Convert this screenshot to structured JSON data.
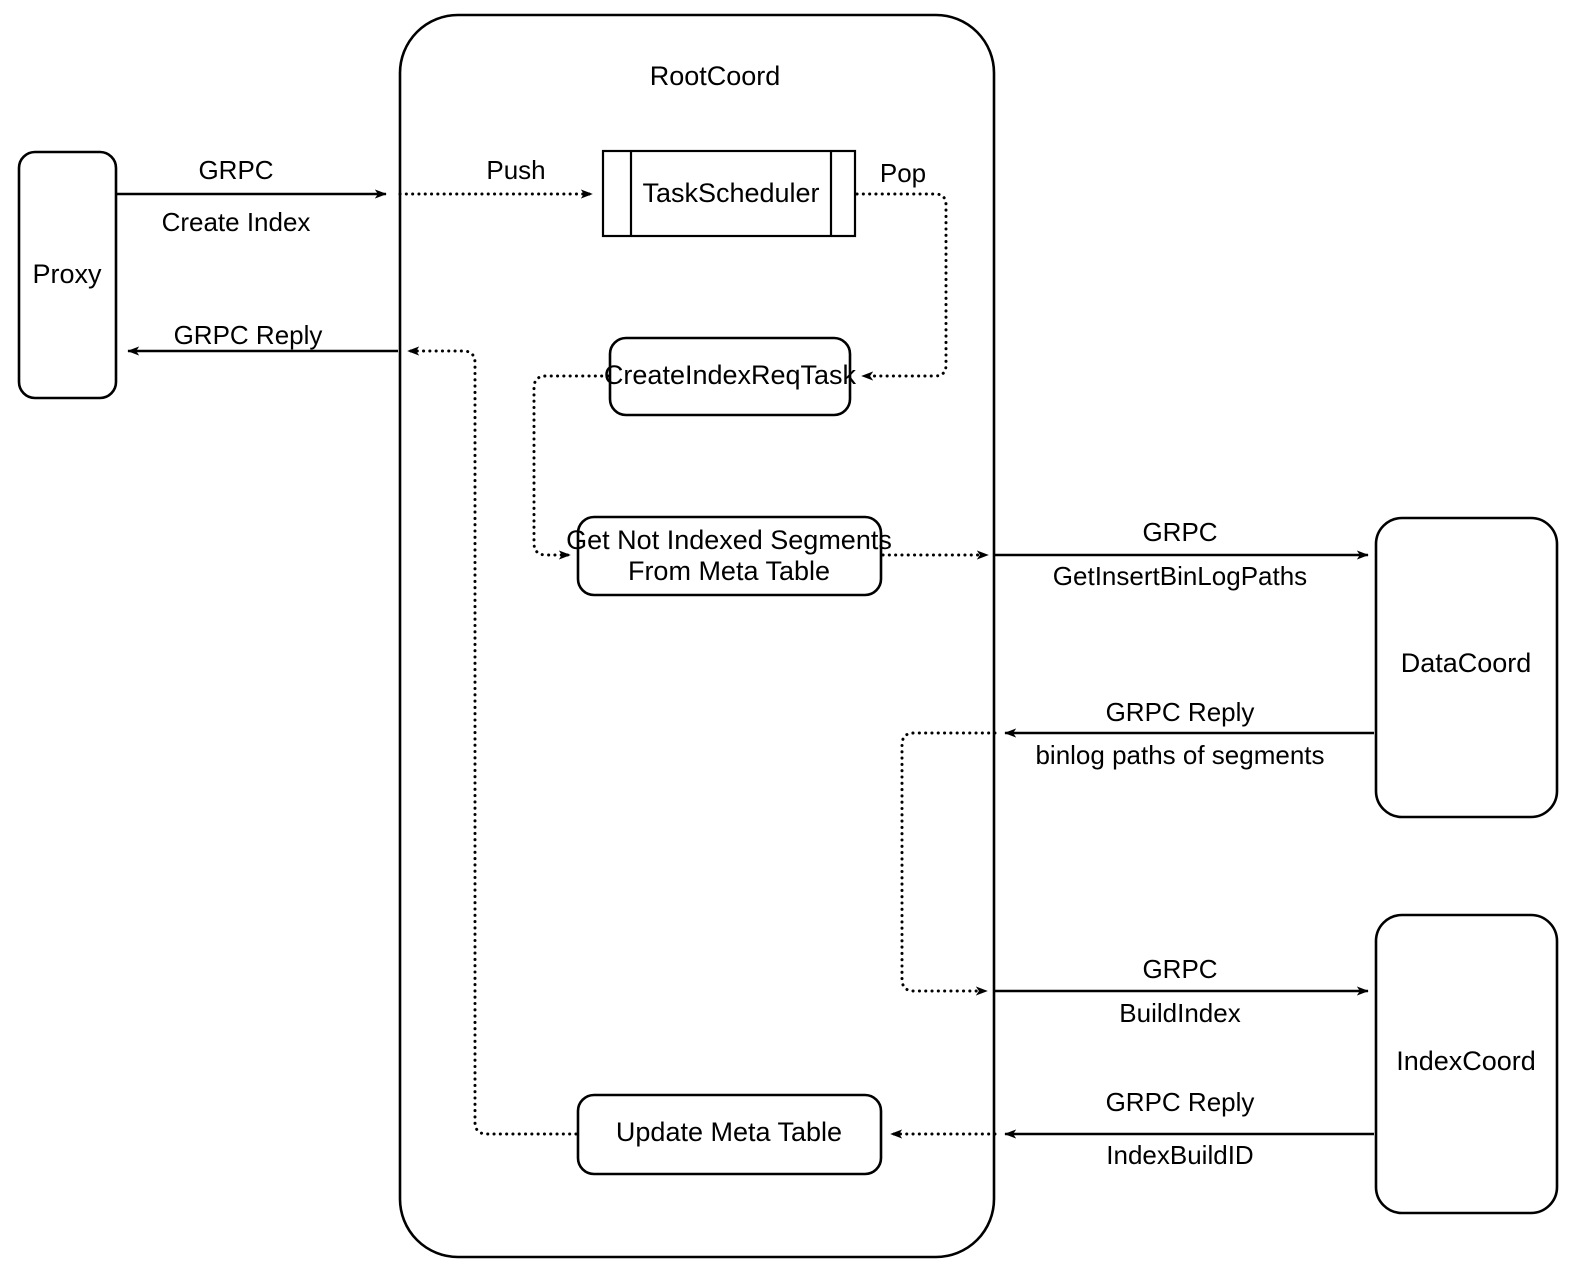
{
  "diagram": {
    "title": "RootCoord Create Index Flow",
    "container": {
      "label": "RootCoord"
    },
    "nodes": {
      "proxy": {
        "label": "Proxy"
      },
      "task_scheduler": {
        "label": "TaskScheduler"
      },
      "create_index_req_task": {
        "label": "CreateIndexReqTask"
      },
      "get_not_indexed_segments": {
        "label_line1": "Get Not Indexed Segments",
        "label_line2": "From Meta Table"
      },
      "update_meta_table": {
        "label": "Update Meta Table"
      },
      "data_coord": {
        "label": "DataCoord"
      },
      "index_coord": {
        "label": "IndexCoord"
      }
    },
    "edges": {
      "proxy_to_rootcoord": {
        "label_top": "GRPC",
        "label_bottom": "Create Index"
      },
      "rootcoord_to_proxy": {
        "label_top": "GRPC Reply"
      },
      "push_to_scheduler": {
        "label": "Push"
      },
      "pop_from_scheduler": {
        "label": "Pop"
      },
      "rootcoord_to_datacoord": {
        "label_top": "GRPC",
        "label_bottom": "GetInsertBinLogPaths"
      },
      "datacoord_to_rootcoord": {
        "label_top": "GRPC Reply",
        "label_bottom": "binlog paths of segments"
      },
      "rootcoord_to_indexcoord": {
        "label_top": "GRPC",
        "label_bottom": "BuildIndex"
      },
      "indexcoord_to_rootcoord": {
        "label_top": "GRPC Reply",
        "label_bottom": "IndexBuildID"
      }
    },
    "colors": {
      "stroke": "#000000",
      "fill": "#ffffff",
      "background": "#ffffff"
    }
  }
}
